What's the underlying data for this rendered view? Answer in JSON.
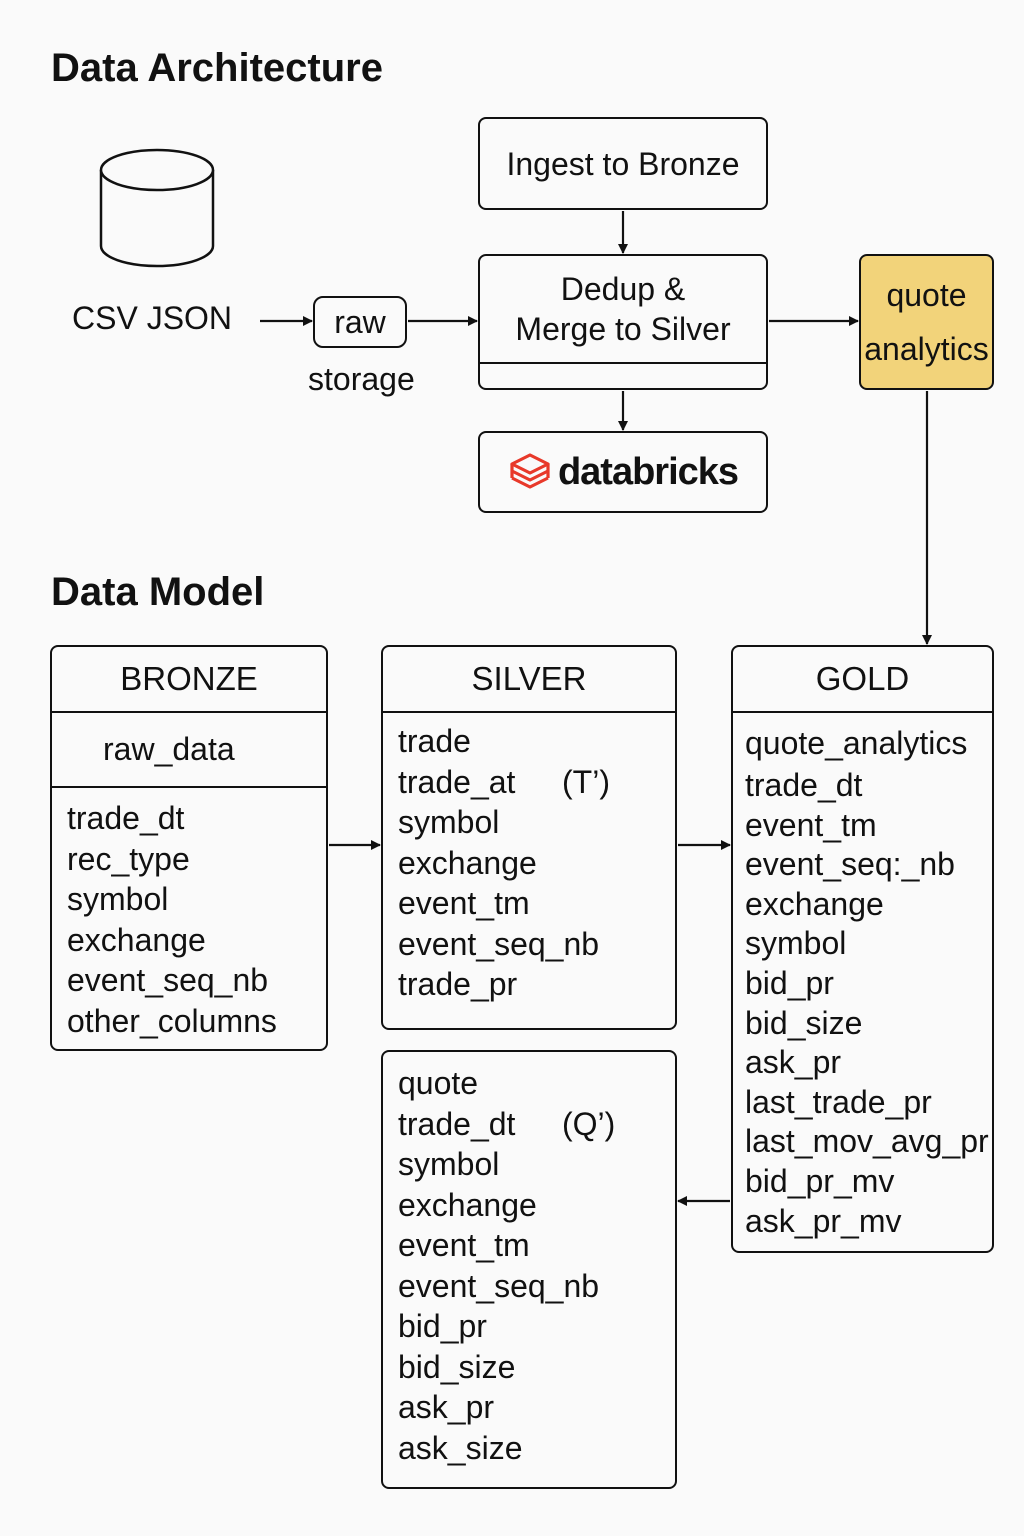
{
  "architecture": {
    "heading": "Data Architecture",
    "sources_label": "CSV JSON",
    "raw_label": "raw",
    "storage_label": "storage",
    "ingest_label": "Ingest to Bronze",
    "dedup_line1": "Dedup &",
    "dedup_line2": "Merge to Silver",
    "quote_line1": "quote",
    "quote_line2": "analytics",
    "databricks_label": "databricks",
    "accent_color": "#f2d37a",
    "databricks_color": "#e8392a"
  },
  "model": {
    "heading": "Data Model",
    "bronze": {
      "title": "BRONZE",
      "subtitle": "raw_data",
      "fields": [
        "trade_dt",
        "rec_type",
        "symbol",
        "exchange",
        "event_seq_nb",
        "other_columns"
      ]
    },
    "silver": {
      "title": "SILVER",
      "trade": {
        "name": "trade",
        "marker": "(T’)",
        "first_field": "trade_at",
        "fields": [
          "symbol",
          "exchange",
          "event_tm",
          "event_seq_nb",
          "trade_pr"
        ]
      },
      "quote": {
        "name": "quote",
        "marker": "(Q’)",
        "first_field": "trade_dt",
        "fields": [
          "symbol",
          "exchange",
          "event_tm",
          "event_seq_nb",
          "bid_pr",
          "bid_size",
          "ask_pr",
          "ask_size"
        ]
      }
    },
    "gold": {
      "title": "GOLD",
      "subtitle": "quote_analytics",
      "fields": [
        "trade_dt",
        "event_tm",
        "event_seq:_nb",
        "exchange",
        "symbol",
        "bid_pr",
        "bid_size",
        "ask_pr",
        "last_trade_pr",
        "last_mov_avg_pr",
        "bid_pr_mv",
        "ask_pr_mv"
      ]
    }
  }
}
